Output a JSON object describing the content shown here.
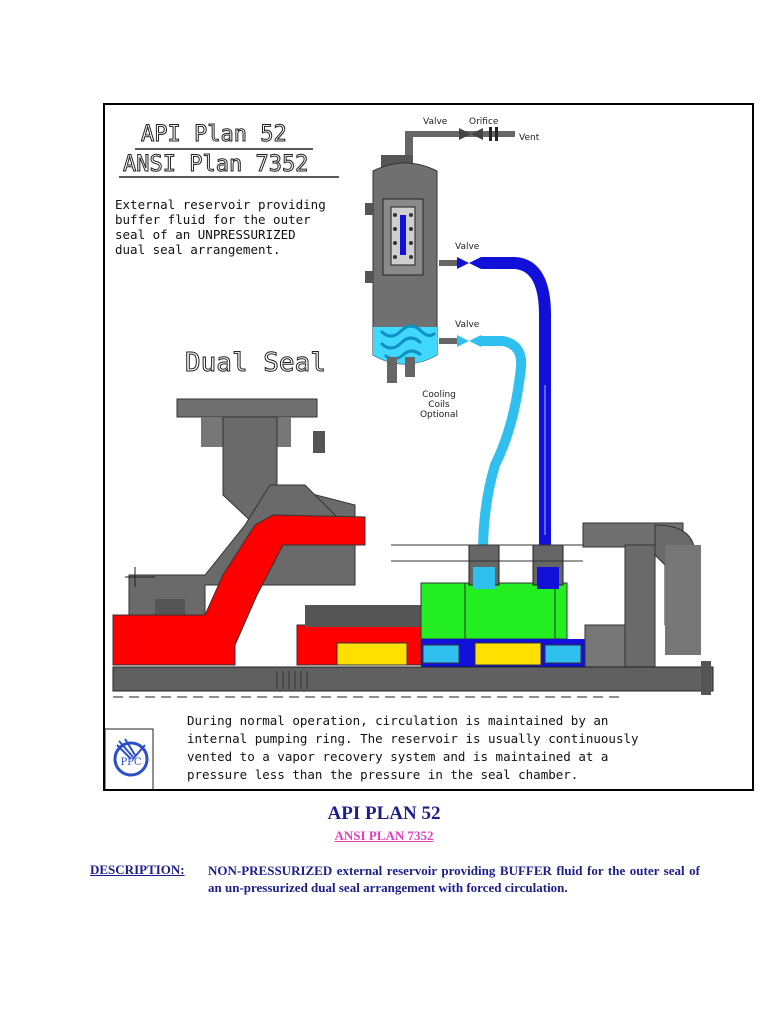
{
  "diagram": {
    "title_line1": "API Plan 52",
    "title_line2": "ANSI Plan 7352",
    "intro": [
      "External reservoir providing",
      "buffer fluid for the outer",
      "seal of an UNPRESSURIZED",
      "dual seal arrangement."
    ],
    "labels": {
      "valve_top": "Valve",
      "orifice": "Orifice",
      "vent": "Vent",
      "valve_mid": "Valve",
      "valve_low": "Valve",
      "cooling": [
        "Cooling",
        "Coils",
        "Optional"
      ],
      "dual_seal": "Dual Seal"
    },
    "operation_text": [
      "During normal operation, circulation is maintained by an",
      "internal pumping ring.  The reservoir is usually continuously",
      "vented to a vapor recovery system and is maintained at a",
      "pressure less than the pressure in the seal chamber."
    ],
    "logo_text": "PPC",
    "colors": {
      "dark_blue": "#1010d8",
      "light_blue": "#30c0f0",
      "red": "#ff0000",
      "green": "#22ee22",
      "yellow": "#ffe000",
      "steel": "#707070"
    }
  },
  "caption": {
    "title": "API PLAN 52",
    "subtitle": "ANSI PLAN 7352",
    "description_label": "DESCRIPTION:",
    "description_text": "NON-PRESSURIZED external reservoir providing BUFFER fluid for the outer seal of an un-pressurized dual seal arrangement with forced circulation."
  }
}
